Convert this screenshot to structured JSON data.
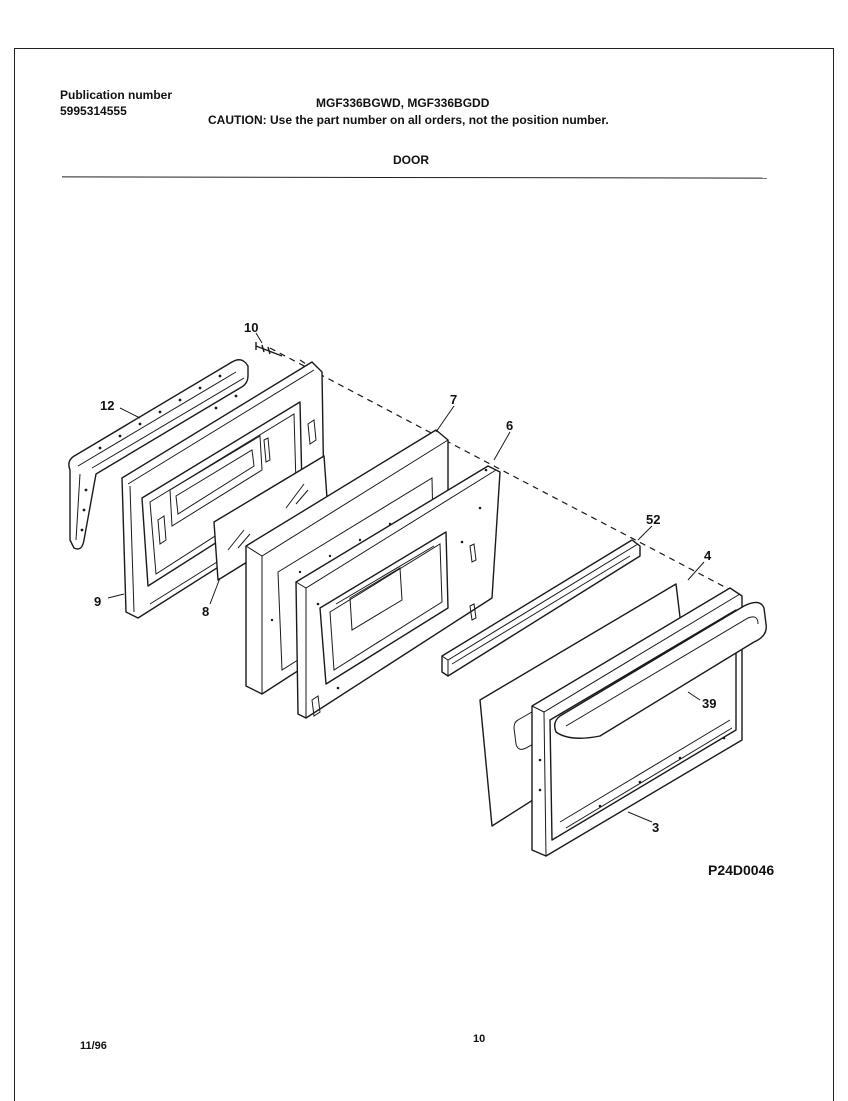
{
  "header": {
    "publication_label": "Publication number",
    "publication_number": "5995314555",
    "models": "MGF336BGWD, MGF336BGDD",
    "caution": "CAUTION:  Use the part number on all orders, not the position number.",
    "section_title": "DOOR"
  },
  "diagram": {
    "drawing_code": "P24D0046",
    "callouts": {
      "c10": "10",
      "c12": "12",
      "c7": "7",
      "c6": "6",
      "c52": "52",
      "c4": "4",
      "c39": "39",
      "c9": "9",
      "c8": "8",
      "c3": "3"
    }
  },
  "footer": {
    "date": "11/96",
    "page_number": "10"
  }
}
